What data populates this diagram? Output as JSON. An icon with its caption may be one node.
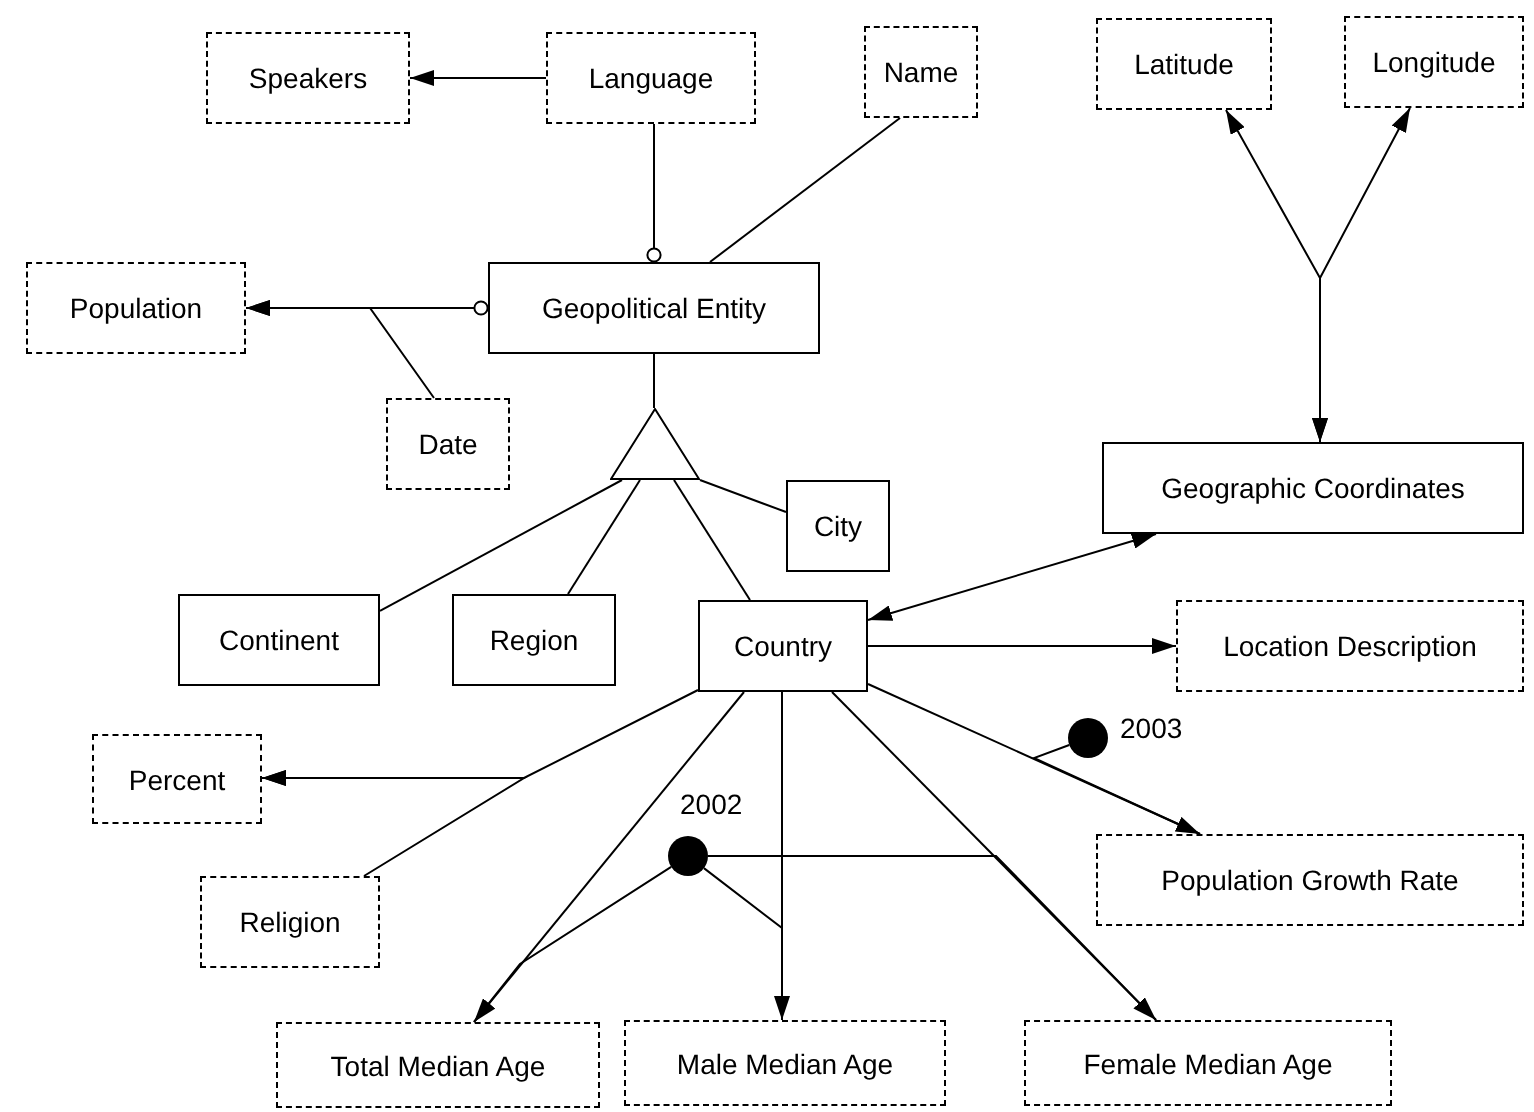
{
  "diagram": {
    "nodes": [
      {
        "text": [
          "Speakers"
        ]
      },
      {
        "text": [
          "Language"
        ]
      },
      {
        "text": [
          "Name"
        ]
      },
      {
        "text": [
          "Latitude"
        ]
      },
      {
        "text": [
          "Longitude"
        ]
      },
      {
        "text": [
          "Population"
        ]
      },
      {
        "text": [
          "Geopolitical Entity"
        ]
      },
      {
        "text": [
          "Date"
        ]
      },
      {
        "text": [],
        "shape": "triangle"
      },
      {
        "text": [
          "City"
        ]
      },
      {
        "text": [
          "Geographic Coordinates"
        ]
      },
      {
        "text": [
          "Continent"
        ]
      },
      {
        "text": [
          "Region"
        ]
      },
      {
        "text": [
          "Country"
        ]
      },
      {
        "text": [
          "Location Description"
        ]
      },
      {
        "text": [
          "Percent"
        ]
      },
      {
        "text": [
          "Religion"
        ]
      },
      {
        "text": [
          "Population Growth Rate"
        ]
      },
      {
        "text": [
          "Total Median Age"
        ]
      },
      {
        "text": [
          "Male Median Age"
        ]
      },
      {
        "text": [
          "Female Median Age"
        ]
      },
      {
        "text": [],
        "shape": "circle",
        "beside": [
          "2003"
        ]
      },
      {
        "text": [],
        "shape": "circle",
        "beside": [
          "2002"
        ]
      }
    ],
    "edges": [
      {
        "from": 1,
        "to": 0,
        "arrow": "to"
      },
      {
        "from": 1,
        "to": 6,
        "arrow": "other"
      },
      {
        "from": 2,
        "to": 6,
        "arrow": "none"
      },
      {
        "from": 6,
        "to": 5,
        "arrow": "to"
      },
      {
        "from": 7,
        "to": 5,
        "arrow": "to"
      },
      {
        "from": 10,
        "to": 3,
        "arrow": "both"
      },
      {
        "from": 10,
        "to": 4,
        "arrow": "both"
      },
      {
        "from": 6,
        "to": 8,
        "arrow": "none"
      },
      {
        "from": 8,
        "to": 9,
        "arrow": "none"
      },
      {
        "from": 8,
        "to": 11,
        "arrow": "none"
      },
      {
        "from": 8,
        "to": 12,
        "arrow": "none"
      },
      {
        "from": 8,
        "to": 13,
        "arrow": "none"
      },
      {
        "from": 13,
        "to": 10,
        "arrow": "both"
      },
      {
        "from": 13,
        "to": 14,
        "arrow": "to"
      },
      {
        "from": 13,
        "to": 15,
        "arrow": "to"
      },
      {
        "from": 16,
        "to": 15,
        "arrow": "to"
      },
      {
        "from": 13,
        "to": 17,
        "arrow": "to"
      },
      {
        "from": 21,
        "to": 17,
        "arrow": "none"
      },
      {
        "from": 13,
        "to": 18,
        "arrow": "to"
      },
      {
        "from": 13,
        "to": 19,
        "arrow": "to"
      },
      {
        "from": 13,
        "to": 20,
        "arrow": "to"
      },
      {
        "from": 22,
        "to": 18,
        "arrow": "none"
      },
      {
        "from": 22,
        "to": 19,
        "arrow": "none"
      },
      {
        "from": 22,
        "to": 20,
        "arrow": "none"
      }
    ]
  }
}
